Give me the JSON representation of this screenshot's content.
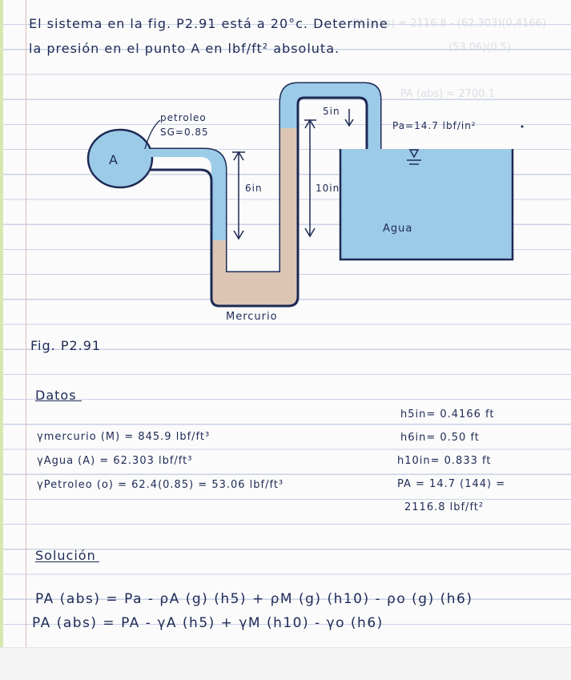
{
  "problem": {
    "line1": "El sistema en la fig. P2.91 está a 20°c. Determine",
    "line2": "la presión en el punto A en lbf/ft² absoluta."
  },
  "figure": {
    "label_petroleo": "petroleo",
    "label_sg": "SG=0.85",
    "label_a": "A",
    "label_6in": "6in",
    "label_10in": "10in",
    "label_5in": "5in",
    "label_pa": "Pa=14.7 lbf/in²",
    "label_agua": "Agua",
    "label_mercurio": "Mercurio",
    "colors": {
      "water": "#9ccbe8",
      "mercury": "#dcc6b3",
      "ink": "#1e2a55"
    }
  },
  "caption": "Fig. P2.91",
  "datos": {
    "heading": "Datos",
    "left": [
      "γmercurio (M) = 845.9 lbf/ft³",
      "γAgua (A) = 62.303 lbf/ft³",
      "γPetroleo (o) = 62.4(0.85) = 53.06 lbf/ft³"
    ],
    "right": [
      "h5in= 0.4166 ft",
      "h6in= 0.50 ft",
      "h10in= 0.833 ft",
      "PA = 14.7 (144) =",
      "2116.8 lbf/ft²"
    ]
  },
  "solucion": {
    "heading": "Solución",
    "eq1": "PA (abs) = Pa - ρA (g) (h5) + ρM (g) (h10) - ρo (g) (h6)",
    "eq2": "PA (abs) = PA - γA (h5) + γM (h10) - γo (h6)"
  },
  "bleed": {
    "b1": "PA (abs) = 2116.8 - (62.303)(0.4166)",
    "b2": "(53.06)(0.5)",
    "b3": "PA (abs) = 2700.1"
  }
}
